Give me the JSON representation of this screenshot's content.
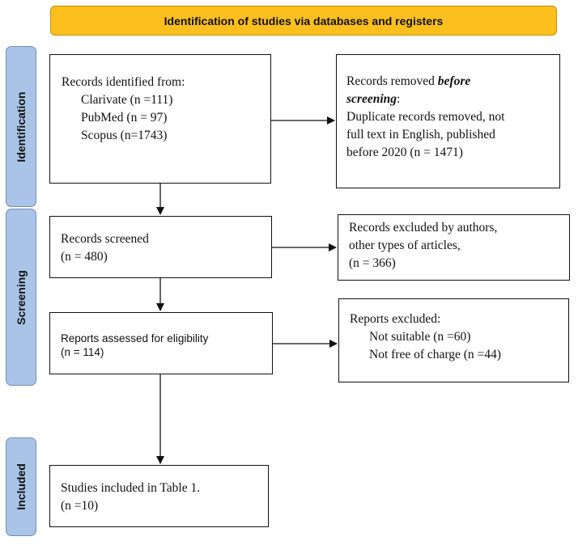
{
  "header": {
    "title": "Identification of studies via databases and registers"
  },
  "phases": {
    "identification": "Identification",
    "screening": "Screening",
    "included": "Included"
  },
  "boxes": {
    "records_identified": {
      "heading": "Records identified from:",
      "clarivate": "Clarivate (n =111)",
      "pubmed": "PubMed (n = 97)",
      "scopus": "Scopus (n=1743)"
    },
    "records_removed": {
      "prefix": "Records removed ",
      "emphasis": "before",
      "emphasis2": "screening",
      "colon": ":",
      "line3": "Duplicate records removed, not",
      "line4": "full text in English, published",
      "line5": "before 2020 (n = 1471)"
    },
    "records_screened": {
      "line1": "Records screened",
      "line2": "(n = 480)"
    },
    "records_excluded": {
      "line1": "Records excluded by authors,",
      "line2": "other types of articles,",
      "line3": "(n = 366)"
    },
    "reports_assessed": {
      "line1": "Reports assessed for eligibility",
      "line2": "(n = 114)"
    },
    "reports_excluded": {
      "heading": "Reports excluded:",
      "not_suitable": "Not suitable (n =60)",
      "not_free": "Not free of charge (n =44)"
    },
    "studies_included": {
      "line1": "Studies included in Table 1.",
      "line2": "(n =10)"
    }
  }
}
